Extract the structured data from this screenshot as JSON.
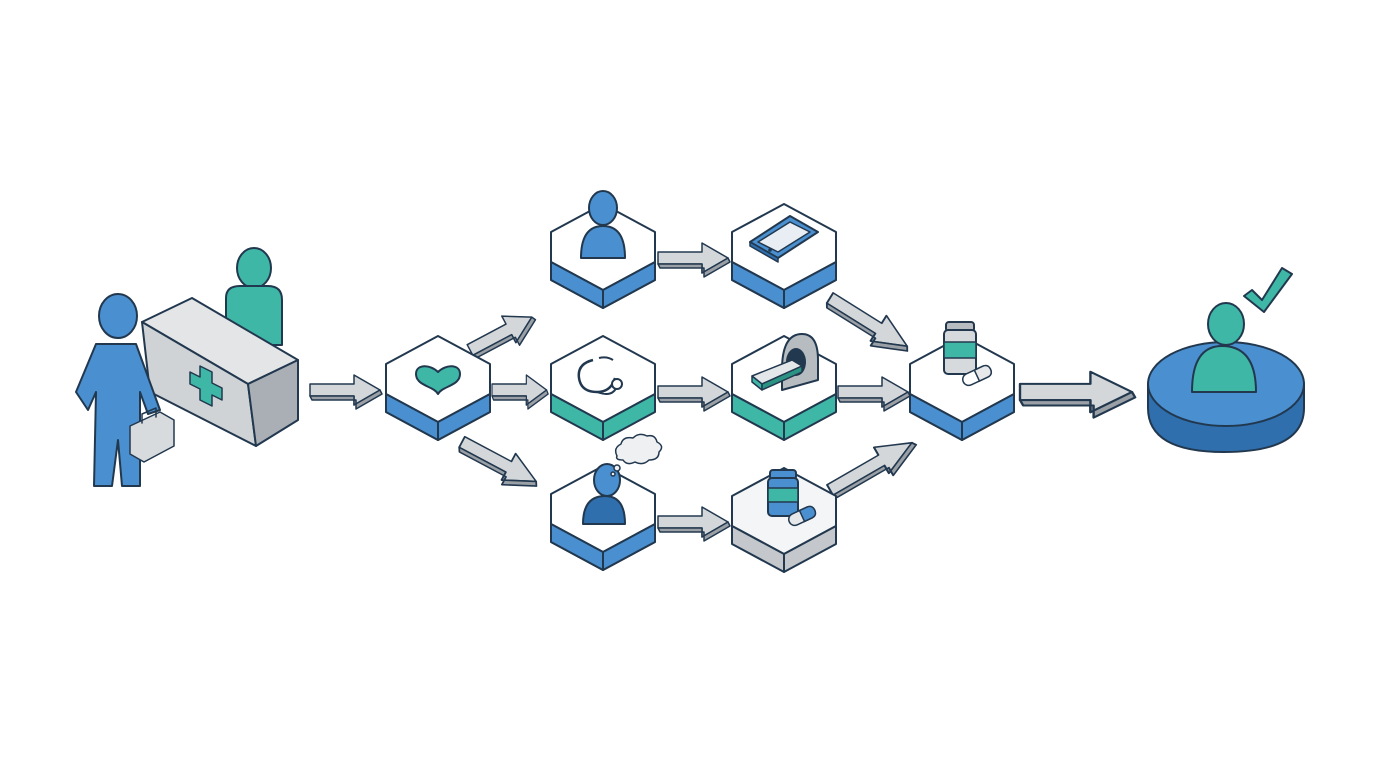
{
  "diagram": {
    "kind": "patient care pathway flow",
    "colors": {
      "blue": "#4a90d0",
      "blue_dark": "#2f6fae",
      "teal": "#3fb7a6",
      "teal_dark": "#2a9383",
      "gray_top": "#e6e8ea",
      "gray_side": "#b9bec3",
      "outline": "#22384f"
    },
    "nodes": [
      {
        "id": "reception",
        "icon": "reception-desk-icon",
        "color": "gray"
      },
      {
        "id": "triage",
        "icon": "heart-icon",
        "color": "blue"
      },
      {
        "id": "consult-person",
        "icon": "person-icon",
        "color": "blue"
      },
      {
        "id": "stethoscope",
        "icon": "stethoscope-icon",
        "color": "teal"
      },
      {
        "id": "thinking-person",
        "icon": "thinking-person-icon",
        "color": "blue"
      },
      {
        "id": "tablet",
        "icon": "tablet-icon",
        "color": "blue"
      },
      {
        "id": "mri",
        "icon": "mri-scanner-icon",
        "color": "teal"
      },
      {
        "id": "medication",
        "icon": "medicine-bottle-icon",
        "color": "gray"
      },
      {
        "id": "pharmacy",
        "icon": "medicine-bottle-icon",
        "color": "blue"
      },
      {
        "id": "discharge",
        "icon": "person-checkmark-icon",
        "color": "blue"
      }
    ],
    "edges": [
      [
        "reception",
        "triage"
      ],
      [
        "triage",
        "consult-person"
      ],
      [
        "triage",
        "stethoscope"
      ],
      [
        "triage",
        "thinking-person"
      ],
      [
        "consult-person",
        "tablet"
      ],
      [
        "stethoscope",
        "mri"
      ],
      [
        "thinking-person",
        "medication"
      ],
      [
        "tablet",
        "pharmacy"
      ],
      [
        "mri",
        "pharmacy"
      ],
      [
        "medication",
        "pharmacy"
      ],
      [
        "pharmacy",
        "discharge"
      ]
    ]
  }
}
